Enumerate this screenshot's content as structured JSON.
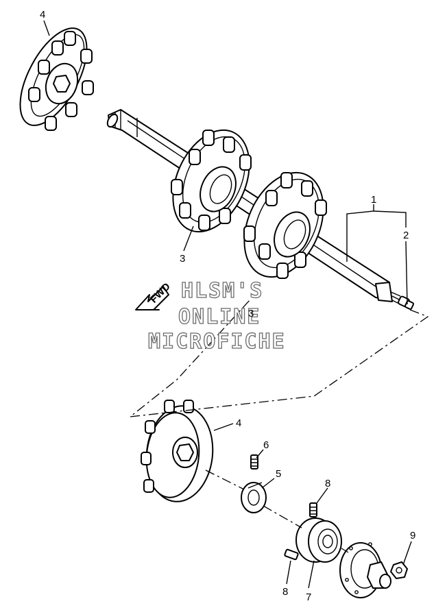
{
  "callouts": {
    "c1": "1",
    "c2": "2",
    "c3a": "3",
    "c3b": "3",
    "c4a": "4",
    "c4b": "4",
    "c5": "5",
    "c6": "6",
    "c7": "7",
    "c8a": "8",
    "c8b": "8",
    "c9": "9"
  },
  "watermark": {
    "line1": "HLSM'S",
    "line2": "ONLINE",
    "line3": "MICROFICHE"
  },
  "fwd_label": "FWD"
}
